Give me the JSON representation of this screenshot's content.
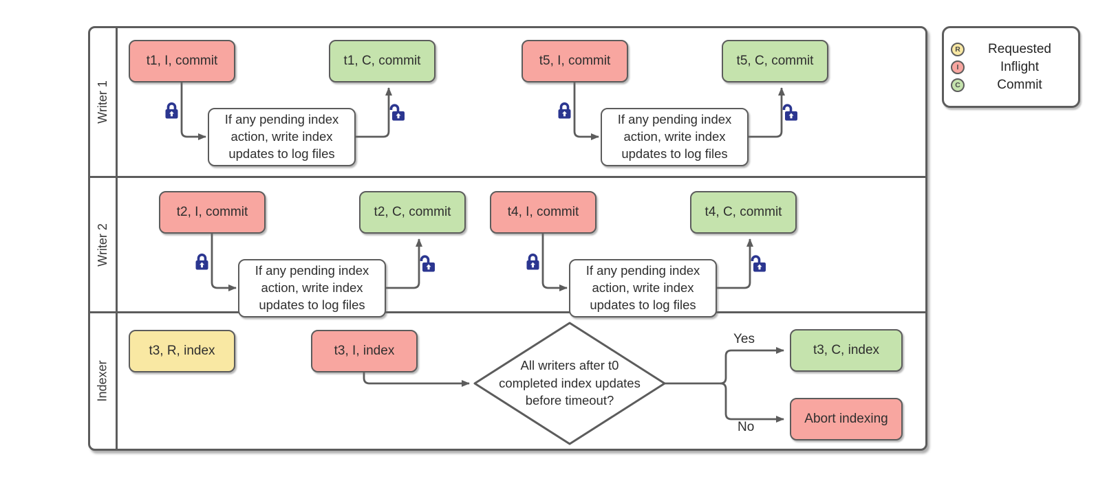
{
  "diagram": {
    "lanes": [
      {
        "label": "Writer 1"
      },
      {
        "label": "Writer 2"
      },
      {
        "label": "Indexer"
      }
    ],
    "writer_flows": [
      {
        "inflight": "t1, I, commit",
        "action": "If any pending index action, write index updates to log files",
        "commit": "t1, C, commit"
      },
      {
        "inflight": "t5, I, commit",
        "action": "If any pending index action, write index updates to log files",
        "commit": "t5, C, commit"
      },
      {
        "inflight": "t2, I, commit",
        "action": "If any pending index action, write index updates to log files",
        "commit": "t2, C, commit"
      },
      {
        "inflight": "t4, I, commit",
        "action": "If any pending index action, write index updates to log files",
        "commit": "t4, C, commit"
      }
    ],
    "indexer": {
      "requested": "t3, R, index",
      "inflight": "t3, I, index",
      "decision": "All writers after t0 completed index updates before timeout?",
      "yes_label": "Yes",
      "no_label": "No",
      "commit": "t3, C, index",
      "abort": "Abort indexing"
    }
  },
  "legend": {
    "items": [
      {
        "letter": "R",
        "label": "Requested",
        "color": "#f9e8a3"
      },
      {
        "letter": "I",
        "label": "Inflight",
        "color": "#f8a6a0"
      },
      {
        "letter": "C",
        "label": "Commit",
        "color": "#c5e3ad"
      }
    ]
  },
  "colors": {
    "inflight_fill": "#f8a6a0",
    "commit_fill": "#c5e3ad",
    "requested_fill": "#f9e8a3",
    "stroke_gray": "#5c5c5c",
    "lock_navy": "#2b3690"
  }
}
